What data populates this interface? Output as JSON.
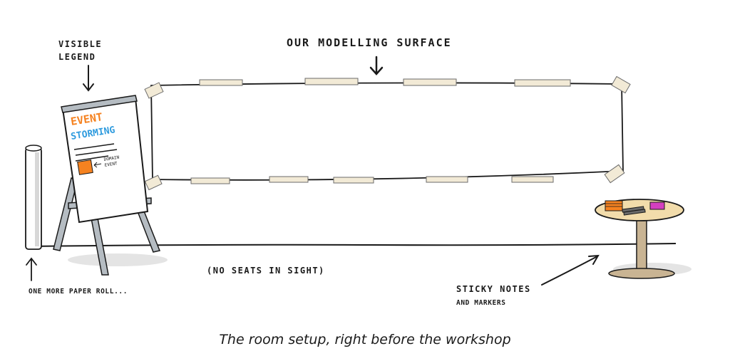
{
  "labels": {
    "legend_line1": "VISIBLE",
    "legend_line2": "LEGEND",
    "surface": "OUR MODELLING SURFACE",
    "paper_roll": "ONE MORE PAPER ROLL...",
    "no_seats": "(NO SEATS IN SIGHT)",
    "sticky_line1": "STICKY NOTES",
    "sticky_line2": "AND MARKERS"
  },
  "flipchart": {
    "title_line1": "EVENT",
    "title_line2": "STORMING",
    "sticky_label_line1": "DOMAIN",
    "sticky_label_line2": "EVENT"
  },
  "caption": "The room setup, right before the workshop",
  "colors": {
    "ink": "#1a1a1a",
    "tape": "#f2ead6",
    "orange": "#f58220",
    "blue": "#2f9bde",
    "table_top": "#f2dcab",
    "table_leg": "#c9b493",
    "magenta": "#d43fbf",
    "shadow": "#e4e4e4"
  }
}
